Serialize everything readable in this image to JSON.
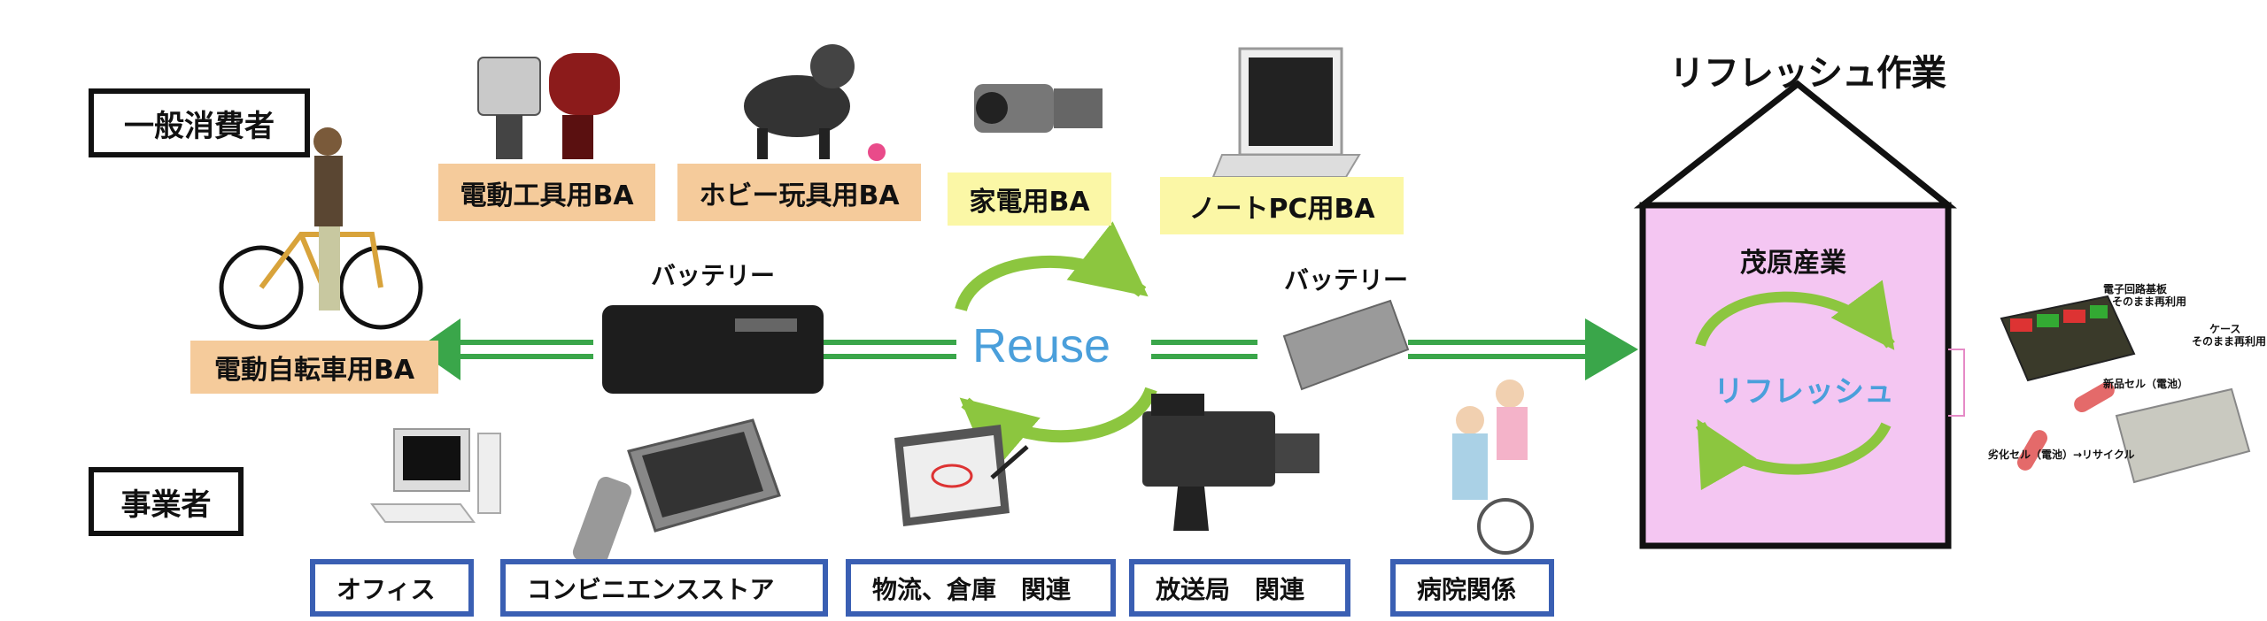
{
  "categories": {
    "consumer": "一般消費者",
    "business": "事業者"
  },
  "consumer_items": {
    "power_tool": "電動工具用BA",
    "hobby_toy": "ホビー玩具用BA",
    "appliance": "家電用BA",
    "notebook": "ノートPC用BA",
    "ebike": "電動自転車用BA"
  },
  "battery_labels": {
    "left": "バッテリー",
    "right": "バッテリー"
  },
  "center": {
    "reuse": "Reuse"
  },
  "business_items": {
    "office": "オフィス",
    "convenience": "コンビニエンスストア",
    "logistics": "物流、倉庫　関連",
    "broadcast": "放送局　関連",
    "hospital": "病院関係"
  },
  "refresh": {
    "title": "リフレッシュ作業",
    "company": "茂原産業",
    "process": "リフレッシュ"
  },
  "callouts": {
    "circuit_board": "電子回路基板",
    "circuit_reuse": "そのまま再利用",
    "case": "ケース",
    "case_reuse": "そのまま再利用",
    "new_cell": "新品セル（電池）",
    "old_cell": "劣化セル（電池）→リサイクル"
  },
  "colors": {
    "arrow_green": "#3aa64a",
    "cycle_green": "#8cc63f",
    "reuse_blue": "#4a9fdb",
    "refresh_pink": "#f4c6f2",
    "orange_label": "#f5cb9b",
    "yellow_label": "#fbf7a6",
    "business_border": "#3a5fb3"
  }
}
